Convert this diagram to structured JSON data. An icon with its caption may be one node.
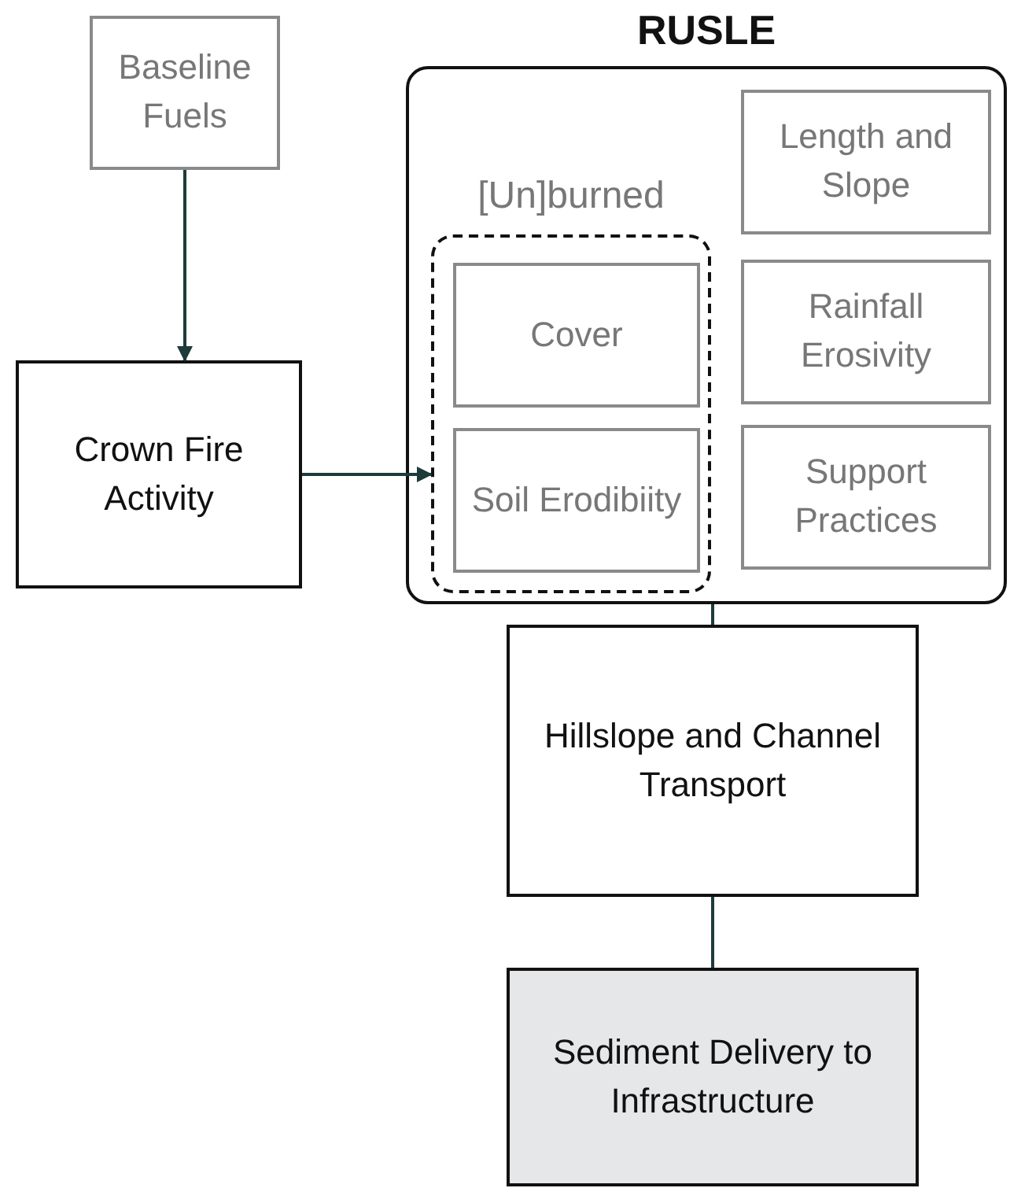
{
  "diagram": {
    "nodes": [
      {
        "text": [
          "Baseline Fuels"
        ]
      },
      {
        "text": [
          "Crown Fire Activity"
        ]
      },
      {
        "text": [
          "RUSLE"
        ]
      },
      {
        "text": [
          "[Un]burned"
        ],
        "in": 2
      },
      {
        "text": [
          "Cover"
        ],
        "in": 3
      },
      {
        "text": [
          "Soil Erodibiity"
        ],
        "in": 3
      },
      {
        "text": [
          "Length and Slope"
        ],
        "in": 2
      },
      {
        "text": [
          "Rainfall Erosivity"
        ],
        "in": 2
      },
      {
        "text": [
          "Support Practices"
        ],
        "in": 2
      },
      {
        "text": [
          "Hillslope and Channel Transport"
        ]
      },
      {
        "text": [
          "Sediment Delivery to Infrastructure"
        ]
      }
    ],
    "edges": [
      {
        "from": 0,
        "to": 1,
        "arrow": "to"
      },
      {
        "from": 1,
        "to": 3,
        "arrow": "to"
      },
      {
        "from": 2,
        "to": 9,
        "arrow": "none"
      },
      {
        "from": 9,
        "to": 10,
        "arrow": "none"
      }
    ]
  }
}
